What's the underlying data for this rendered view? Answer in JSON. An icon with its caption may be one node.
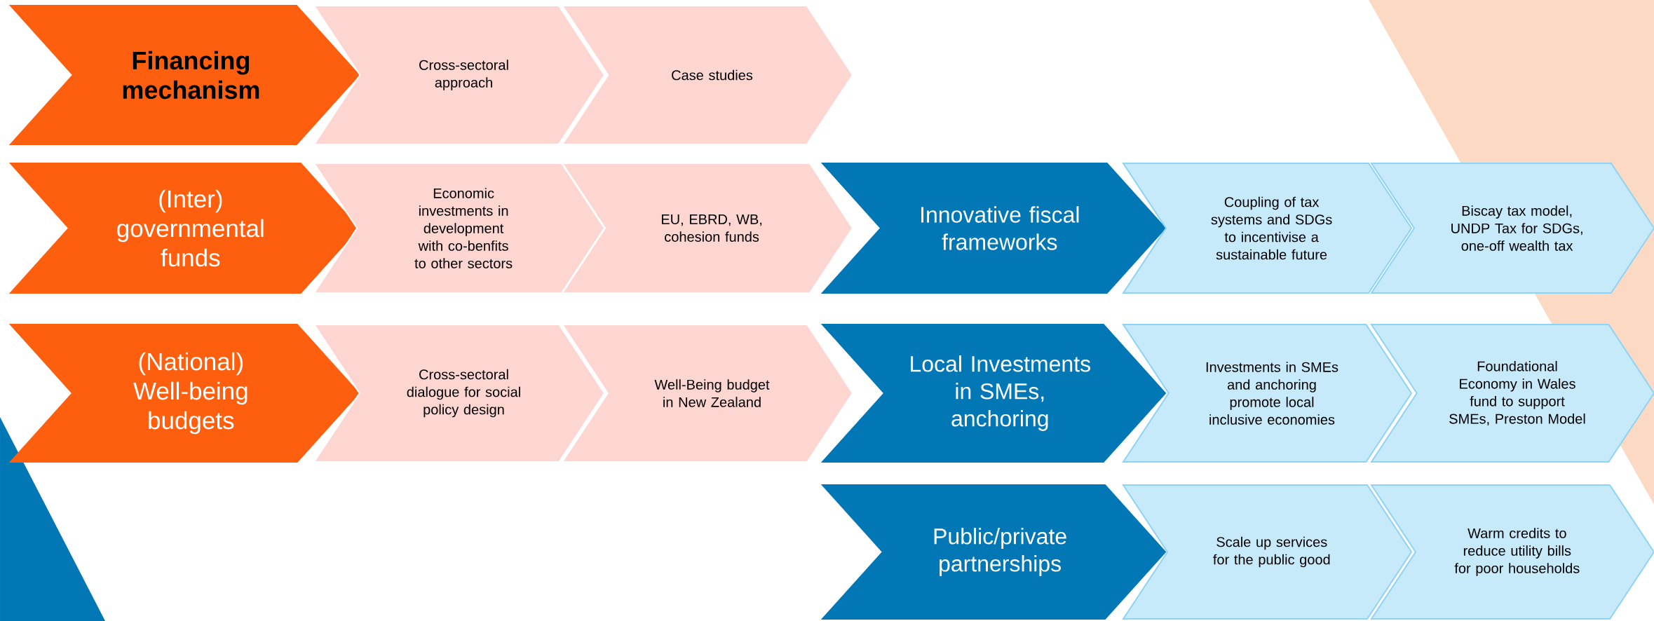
{
  "diagram": {
    "nodes": [
      {
        "text": [
          "Financing mechanism"
        ]
      },
      {
        "text": [
          "Cross-sectoral approach"
        ]
      },
      {
        "text": [
          "Case studies"
        ]
      },
      {
        "text": [
          "(Inter) governmental funds"
        ]
      },
      {
        "text": [
          "Economic investments in development with co-benfits to other sectors"
        ]
      },
      {
        "text": [
          "EU, EBRD, WB, cohesion funds"
        ]
      },
      {
        "text": [
          "Innovative fiscal frameworks"
        ]
      },
      {
        "text": [
          "Coupling of tax systems and SDGs to incentivise a sustainable future"
        ]
      },
      {
        "text": [
          "Biscay tax model, UNDP Tax for SDGs, one-off wealth tax"
        ]
      },
      {
        "text": [
          "(National) Well-being budgets"
        ]
      },
      {
        "text": [
          "Cross-sectoral dialogue for social policy design"
        ]
      },
      {
        "text": [
          "Well-Being budget in New Zealand"
        ]
      },
      {
        "text": [
          "Local Investments in SMEs, anchoring"
        ]
      },
      {
        "text": [
          "Investments in SMEs and anchoring promote local inclusive economies"
        ]
      },
      {
        "text": [
          "Foundational Economy in Wales fund to support SMEs, Preston Model"
        ]
      },
      {
        "text": [
          "Public/private partnerships"
        ]
      },
      {
        "text": [
          "Scale up services for the public good"
        ]
      },
      {
        "text": [
          "Warm credits to reduce utility bills for poor households"
        ]
      }
    ]
  }
}
